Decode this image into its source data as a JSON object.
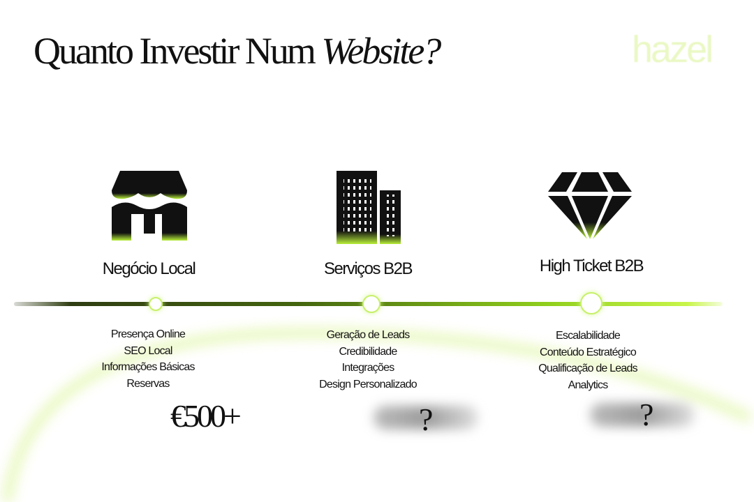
{
  "title": {
    "main": "Quanto Investir Num ",
    "emphasis": "Website?"
  },
  "logo": "hazel",
  "accent": "#c8f54a",
  "tiers": [
    {
      "icon": "storefront-icon",
      "heading": "Negócio Local",
      "features": [
        "Presença Online",
        "SEO Local",
        "Informações Básicas",
        "Reservas"
      ],
      "price": "€500+"
    },
    {
      "icon": "office-buildings-icon",
      "heading": "Serviços B2B",
      "features": [
        "Geração de Leads",
        "Credibilidade",
        "Integrações",
        "Design Personalizado"
      ],
      "price": "?"
    },
    {
      "icon": "diamond-icon",
      "heading": "High Ticket B2B",
      "features": [
        "Escalabilidade",
        "Conteúdo Estratégico",
        "Qualificação de Leads",
        "Analytics"
      ],
      "price": "?"
    }
  ]
}
